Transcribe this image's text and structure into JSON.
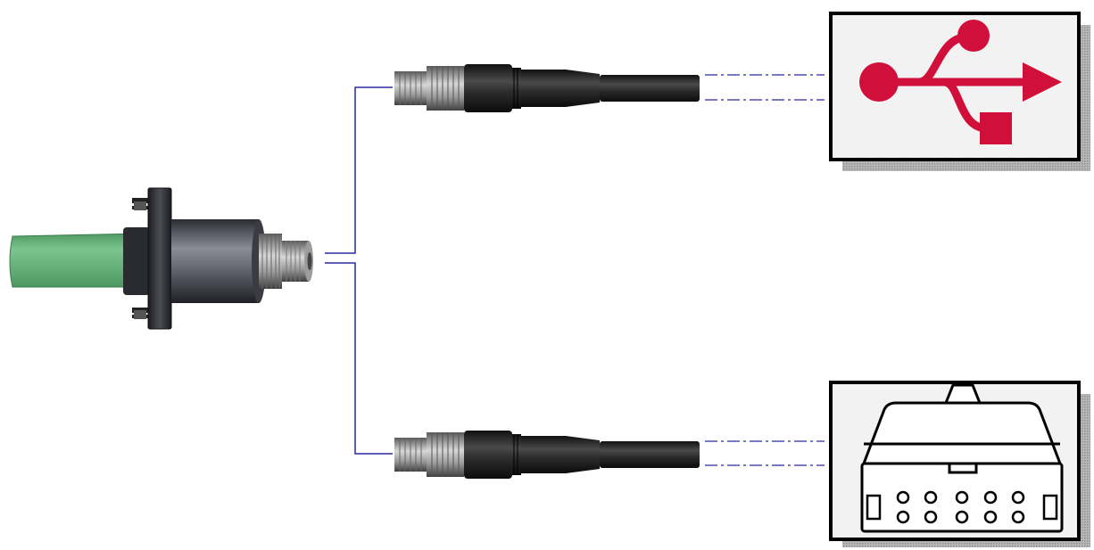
{
  "diagram": {
    "nodes": [
      {
        "id": "panel-connector",
        "kind": "panel-mount-socket",
        "cable_color": "#66b47c",
        "body_color": "#4a4c55"
      },
      {
        "id": "usb-cable-connector",
        "kind": "cable-plug",
        "body_color": "#2d2d2d"
      },
      {
        "id": "rs-cable-connector",
        "kind": "cable-plug",
        "body_color": "#2d2d2d"
      },
      {
        "id": "usb-port",
        "kind": "port-icon",
        "icon": "usb-trident-icon",
        "icon_color": "#d0103a"
      },
      {
        "id": "multipin-port",
        "kind": "port-icon",
        "icon": "multipin-socket-icon"
      }
    ],
    "edges": [
      {
        "from": "panel-connector",
        "to": "usb-cable-connector",
        "style": "solid"
      },
      {
        "from": "panel-connector",
        "to": "rs-cable-connector",
        "style": "solid"
      },
      {
        "from": "usb-cable-connector",
        "to": "usb-port",
        "style": "dash-dot"
      },
      {
        "from": "rs-cable-connector",
        "to": "multipin-port",
        "style": "dash-dot"
      }
    ],
    "line_color": "#2a2aa0",
    "frame_color": "#000000",
    "shadow_color": "#9a9a9a"
  }
}
